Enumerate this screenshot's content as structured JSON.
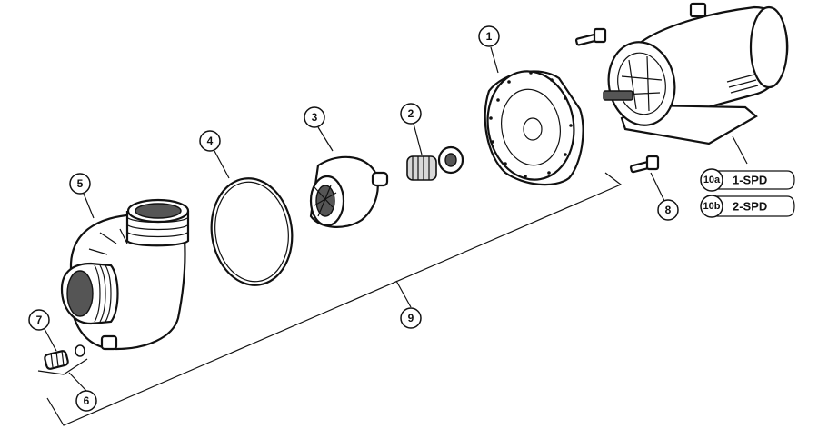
{
  "callouts": {
    "c1": "1",
    "c2": "2",
    "c3": "3",
    "c4": "4",
    "c5": "5",
    "c6": "6",
    "c7": "7",
    "c8": "8",
    "c9": "9"
  },
  "legend": [
    {
      "code": "10a",
      "label": "1-SPD"
    },
    {
      "code": "10b",
      "label": "2-SPD"
    }
  ]
}
